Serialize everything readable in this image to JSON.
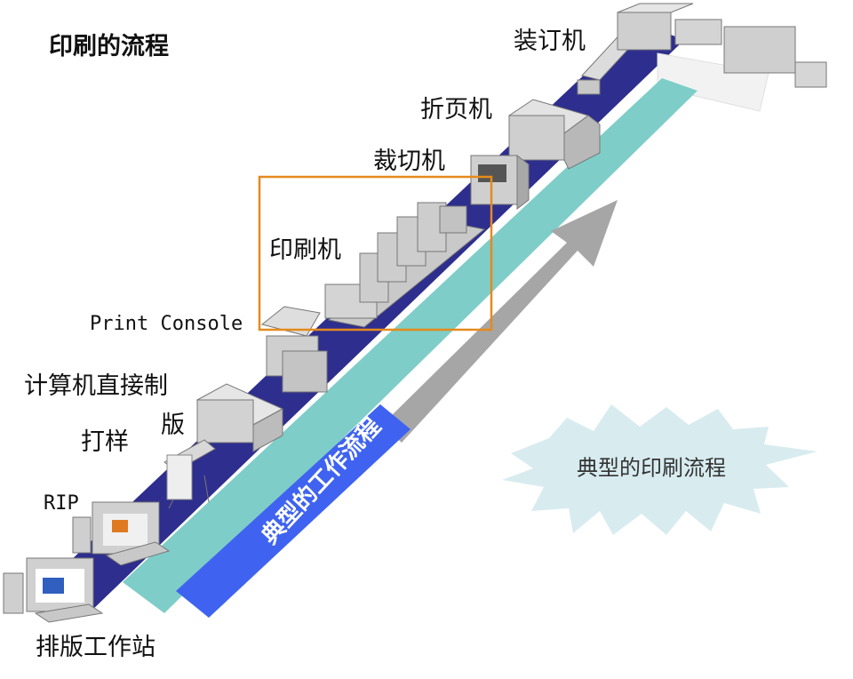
{
  "title": "印刷的流程",
  "stations": {
    "binder": "装订机",
    "folder": "折页机",
    "cutter": "裁切机",
    "press": "印刷机",
    "print_console": "Print Console",
    "ctp_line1": "计算机直接制",
    "ctp_line2": "版",
    "proof": "打样",
    "rip": "RIP",
    "layout": "排版工作站"
  },
  "band_text": "典型的工作流程",
  "burst_text": "典型的印刷流程",
  "colors": {
    "track": "#2e2e8e",
    "teal_band": "#7ecdc8",
    "blue_band": "#3f63f0",
    "arrow": "#a6a6a6",
    "highlight_box": "#e58a1c",
    "burst": "#d8ecf0"
  }
}
